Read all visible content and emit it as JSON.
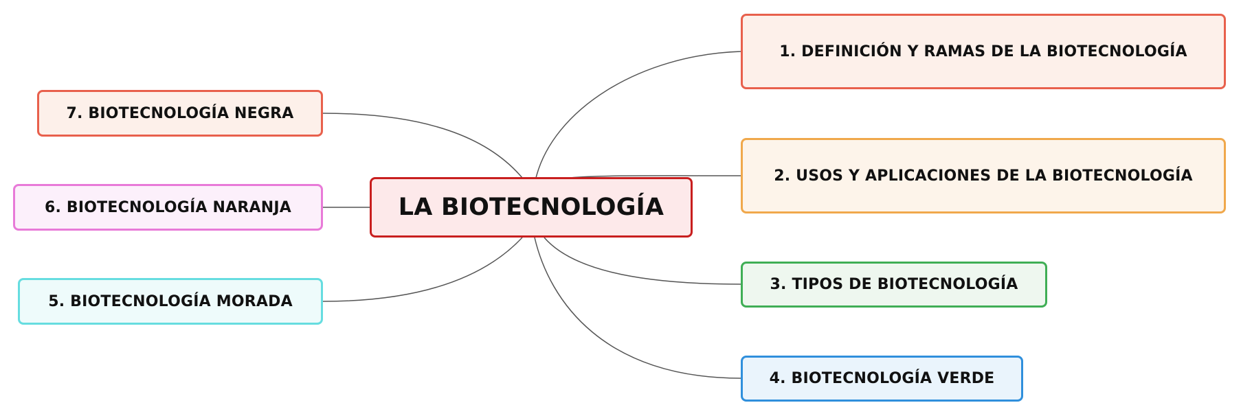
{
  "root": {
    "label": "LA BIOTECNOLOGÍA",
    "border": "#c81e1e",
    "fill": "#fde9ea"
  },
  "branches": [
    {
      "id": "b1",
      "label": "1. DEFINICIÓN Y RAMAS DE LA BIOTECNOLOGÍA",
      "border": "#e8604c",
      "fill": "#fdf0ea"
    },
    {
      "id": "b2",
      "label": "2. USOS Y APLICACIONES DE LA BIOTECNOLOGÍA",
      "border": "#f0a84b",
      "fill": "#fdf4ea"
    },
    {
      "id": "b3",
      "label": "3. TIPOS DE BIOTECNOLOGÍA",
      "border": "#3fae55",
      "fill": "#eef7ef"
    },
    {
      "id": "b4",
      "label": "4. BIOTECNOLOGÍA VERDE",
      "border": "#2f8fdc",
      "fill": "#eaf4fc"
    },
    {
      "id": "b5",
      "label": "5. BIOTECNOLOGÍA MORADA",
      "border": "#66dde0",
      "fill": "#eefbfb"
    },
    {
      "id": "b6",
      "label": "6. BIOTECNOLOGÍA NARANJA",
      "border": "#e87ad8",
      "fill": "#fcf0fb"
    },
    {
      "id": "b7",
      "label": "7. BIOTECNOLOGÍA NEGRA",
      "border": "#e8604c",
      "fill": "#fdf0ea"
    }
  ],
  "connector_color": "#555555"
}
